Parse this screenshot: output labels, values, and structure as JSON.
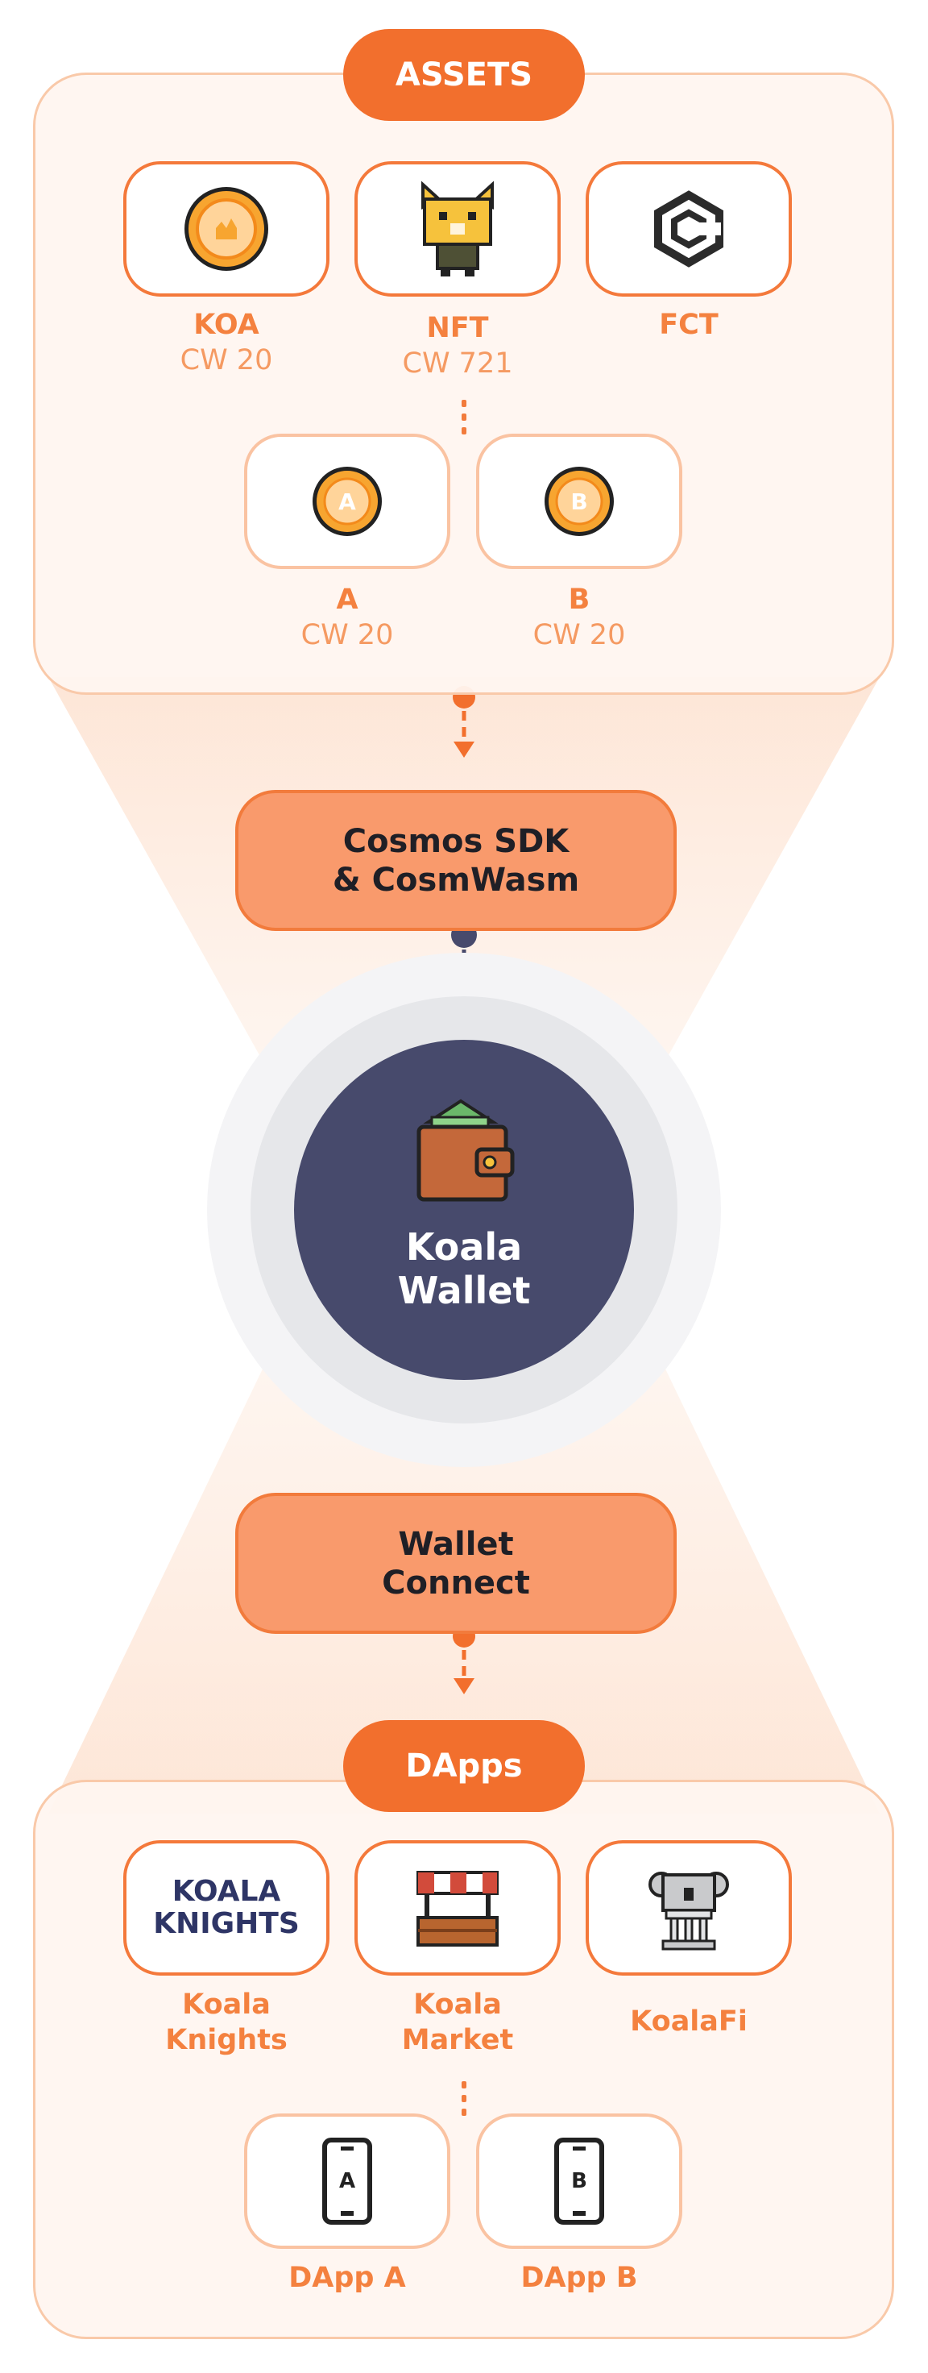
{
  "assets": {
    "header": "ASSETS",
    "items": [
      {
        "name": "KOA",
        "standard": "CW 20",
        "icon": "koa-coin-icon"
      },
      {
        "name": "NFT",
        "standard": "CW 721",
        "icon": "koala-cat-nft-icon"
      },
      {
        "name": "FCT",
        "standard": "",
        "icon": "fct-logo-icon"
      },
      {
        "name": "A",
        "standard": "CW 20",
        "icon": "coin-a-icon"
      },
      {
        "name": "B",
        "standard": "CW 20",
        "icon": "coin-b-icon"
      }
    ]
  },
  "sdk": {
    "line1": "Cosmos SDK",
    "line2": "& CosmWasm"
  },
  "wallet": {
    "line1": "Koala",
    "line2": "Wallet",
    "icon": "wallet-icon"
  },
  "connect": {
    "line1": "Wallet",
    "line2": "Connect"
  },
  "dapps": {
    "header": "DApps",
    "items": [
      {
        "line1": "Koala",
        "line2": "Knights",
        "icon": "koala-knights-logo",
        "logo_line1": "KOALA",
        "logo_line2": "KNIGHTS"
      },
      {
        "line1": "Koala",
        "line2": "Market",
        "icon": "market-stall-icon"
      },
      {
        "line1": "KoalaFi",
        "line2": "",
        "icon": "koala-bank-icon"
      },
      {
        "line1": "DApp A",
        "line2": "",
        "icon": "phone-a-icon",
        "glyph": "A"
      },
      {
        "line1": "DApp B",
        "line2": "",
        "icon": "phone-b-icon",
        "glyph": "B"
      }
    ]
  },
  "colors": {
    "accent": "#f26f2d",
    "label": "#f4813f",
    "wallet_circle": "#474a6c",
    "connector_dark": "#474a6c"
  }
}
